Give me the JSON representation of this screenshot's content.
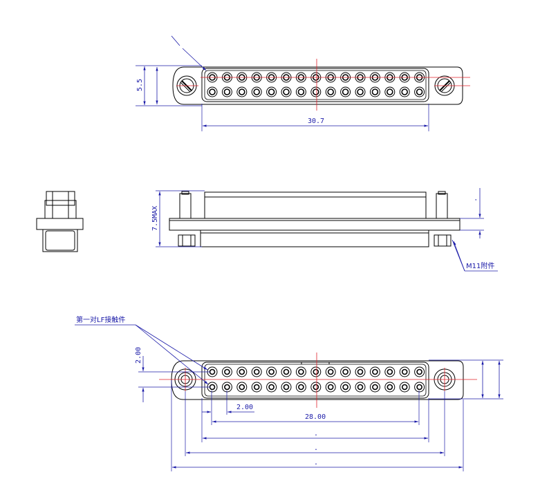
{
  "drawing": {
    "top_view": {
      "height_dim": "5.5",
      "width_dim": "30.7",
      "pins_per_row": 15,
      "rows": 2
    },
    "side_view": {
      "height_dim": "7.5MAX",
      "accessory_label": "M11附件"
    },
    "bottom_view": {
      "contact_label": "第一对LF接触件",
      "row_pitch_dim": "2.00",
      "pin_pitch_dim": "2.00",
      "pin_span_dim": "28.00",
      "pins_per_row": 15,
      "rows": 2
    },
    "colors": {
      "outline": "#000000",
      "dimension": "#1a1aa8",
      "centerline": "#e0202a"
    }
  }
}
